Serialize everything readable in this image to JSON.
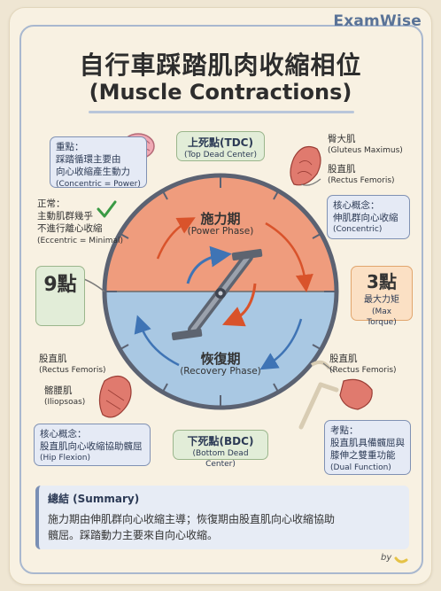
{
  "brand": "ExamWise",
  "title": {
    "zh": "自行車踩踏肌肉收縮相位",
    "en": "(Muscle Contractions)"
  },
  "tdc": {
    "zh": "上死點(TDC)",
    "en": "(Top Dead Center)"
  },
  "bdc": {
    "zh": "下死點(BDC)",
    "en": "(Bottom Dead Center)"
  },
  "key_point": {
    "label": "重點：",
    "line1": "踩踏循環主要由",
    "line2": "向心收縮產生動力",
    "line3": "(Concentric = Power)"
  },
  "normal": {
    "label": "正常：",
    "line1": "主動肌群幾乎",
    "line2": "不進行離心收縮",
    "line3": "(Eccentric = Minimal)"
  },
  "power_phase": {
    "zh": "施力期",
    "en": "(Power Phase)"
  },
  "recovery_phase": {
    "zh": "恢復期",
    "en": "(Recovery Phase)"
  },
  "nine": {
    "label": "9點"
  },
  "three": {
    "label": "3點",
    "zh": "最大力矩",
    "en": "(Max Torque)"
  },
  "gluteus": {
    "zh": "臀大肌",
    "en": "(Gluteus Maximus)"
  },
  "rectus_top_right": {
    "zh": "股直肌",
    "en": "(Rectus Femoris)"
  },
  "core_right": {
    "label": "核心概念：",
    "line1": "伸肌群向心收縮",
    "line2": "(Concentric)"
  },
  "rectus_left": {
    "zh": "股直肌",
    "en": "(Rectus Femoris)"
  },
  "iliopsoas": {
    "zh": "髂腰肌",
    "en": "(Iliopsoas)"
  },
  "core_left": {
    "label": "核心概念：",
    "line1": "股直肌向心收縮協助髖屈",
    "line2": "(Hip Flexion)"
  },
  "rectus_bottom_right": {
    "zh": "股直肌",
    "en": "(Rectus Femoris)"
  },
  "exam": {
    "label": "考點：",
    "line1": "股直肌具備髖屈與",
    "line2": "膝伸之雙重功能",
    "line3": "(Dual Function)"
  },
  "summary": {
    "heading": "總結 (Summary)",
    "line1": "施力期由伸肌群向心收縮主導；恢復期由股直肌向心收縮協助",
    "line2": "髖屈。踩踏動力主要來自向心收縮。"
  },
  "signature": "by",
  "colors": {
    "power_top": "#ef9c7d",
    "recovery_bottom": "#a9c8e3",
    "dial_rim": "#5b6272",
    "arrow_red": "#d9532b",
    "arrow_blue": "#3f74b5",
    "checkmark": "#3a9a44"
  },
  "icons": [
    "brain-icon",
    "check-icon",
    "leg-icon",
    "crank-icon",
    "muscle-icon",
    "banana-icon"
  ]
}
